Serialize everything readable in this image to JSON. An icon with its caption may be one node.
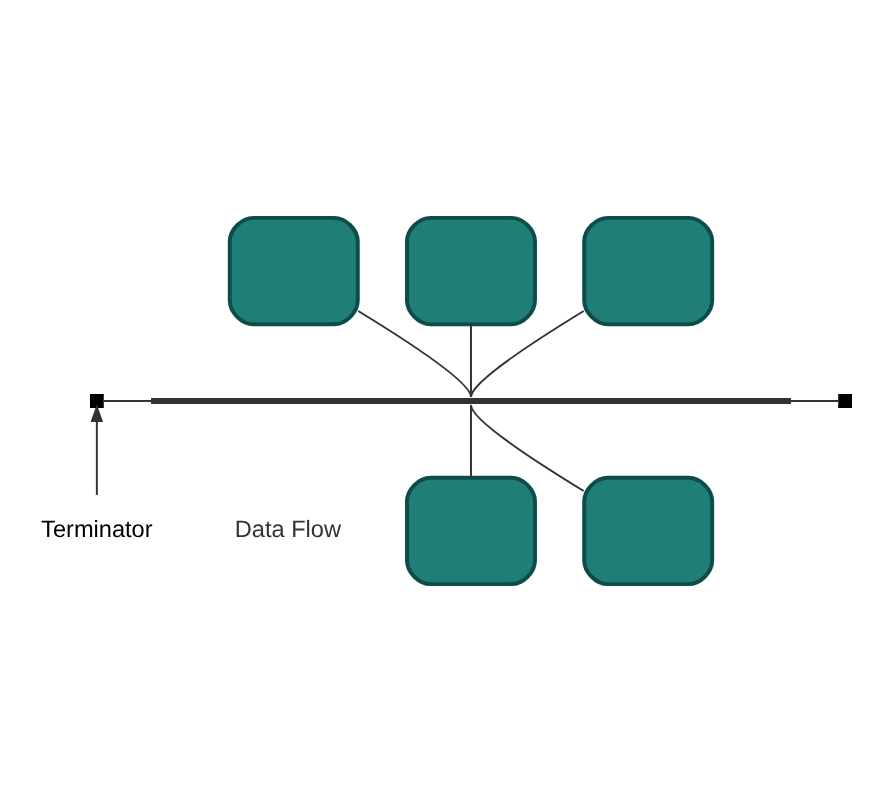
{
  "diagram": {
    "nodes": [
      {
        "text": [],
        "shape": "computer"
      },
      {
        "text": [],
        "shape": "computer"
      },
      {
        "text": [],
        "shape": "computer"
      },
      {
        "text": [],
        "shape": "box"
      },
      {
        "text": [],
        "shape": "bar"
      },
      {
        "text": [],
        "shape": "box"
      },
      {
        "text": [],
        "shape": "computer"
      },
      {
        "text": [],
        "shape": "computer"
      },
      {
        "text": [
          "Terminator"
        ]
      }
    ],
    "edges": [
      {
        "from": 0,
        "to": 4,
        "arrow": "none"
      },
      {
        "from": 1,
        "to": 4,
        "arrow": "none"
      },
      {
        "from": 2,
        "to": 4,
        "arrow": "none"
      },
      {
        "from": 3,
        "to": 4,
        "arrow": "none"
      },
      {
        "from": 4,
        "to": 5,
        "arrow": "none"
      },
      {
        "from": 4,
        "to": 6,
        "arrow": "none"
      },
      {
        "from": 4,
        "to": 7,
        "arrow": "none"
      },
      {
        "from": 8,
        "to": 3,
        "arrow": "to"
      }
    ],
    "labels": [
      "Data Flow"
    ]
  }
}
